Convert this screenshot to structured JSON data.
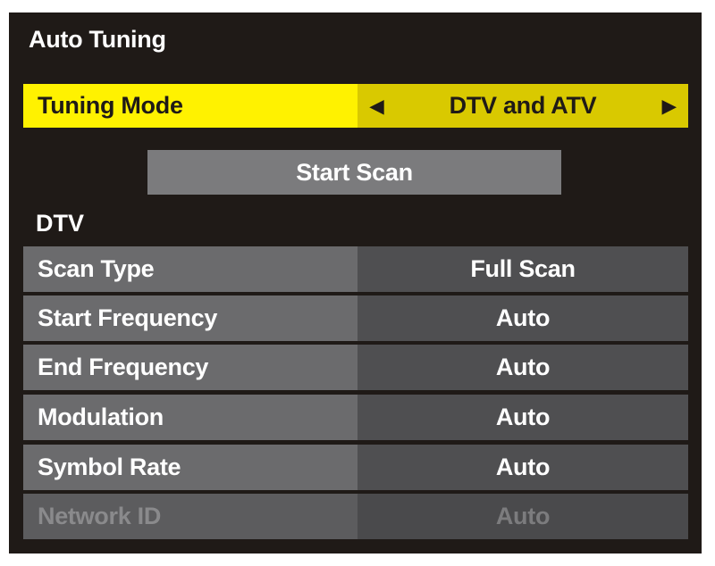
{
  "title": "Auto Tuning",
  "tuning_mode": {
    "label": "Tuning Mode",
    "value": "DTV and ATV",
    "left_arrow": "◀",
    "right_arrow": "▶"
  },
  "start_scan_label": "Start Scan",
  "dtv": {
    "section_label": "DTV",
    "rows": [
      {
        "label": "Scan Type",
        "value": "Full Scan"
      },
      {
        "label": "Start Frequency",
        "value": "Auto"
      },
      {
        "label": "End Frequency",
        "value": "Auto"
      },
      {
        "label": "Modulation",
        "value": "Auto"
      },
      {
        "label": "Symbol Rate",
        "value": "Auto"
      },
      {
        "label": "Network ID",
        "value": "Auto"
      }
    ]
  },
  "colors": {
    "highlight": "#fff200",
    "background": "#1f1a17"
  }
}
